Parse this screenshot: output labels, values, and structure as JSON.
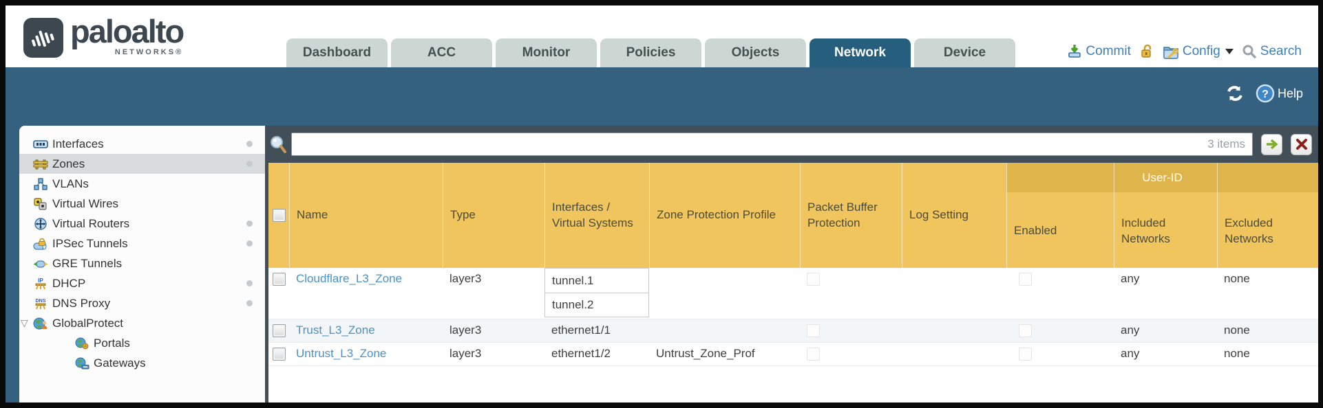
{
  "header": {
    "logo": {
      "brand": "paloalto",
      "sub": "NETWORKS®",
      "icon": "paloalto-logo-icon"
    },
    "tabs": [
      {
        "label": "Dashboard",
        "active": false
      },
      {
        "label": "ACC",
        "active": false
      },
      {
        "label": "Monitor",
        "active": false
      },
      {
        "label": "Policies",
        "active": false
      },
      {
        "label": "Objects",
        "active": false
      },
      {
        "label": "Network",
        "active": true
      },
      {
        "label": "Device",
        "active": false
      }
    ],
    "actions": {
      "commit_label": "Commit",
      "config_label": "Config",
      "search_label": "Search",
      "icons": [
        "commit-icon",
        "lock-icon",
        "config-icon",
        "caret-down-icon",
        "search-icon"
      ]
    }
  },
  "subheader": {
    "help_label": "Help",
    "icons": [
      "refresh-icon",
      "help-icon"
    ]
  },
  "sidebar": {
    "items": [
      {
        "label": "Interfaces",
        "icon": "interfaces-icon",
        "dot": true,
        "selected": false,
        "indent": 0,
        "expanded": false
      },
      {
        "label": "Zones",
        "icon": "zones-icon",
        "dot": true,
        "selected": true,
        "indent": 0,
        "expanded": false
      },
      {
        "label": "VLANs",
        "icon": "vlans-icon",
        "dot": false,
        "selected": false,
        "indent": 0,
        "expanded": false
      },
      {
        "label": "Virtual Wires",
        "icon": "virtual-wires-icon",
        "dot": false,
        "selected": false,
        "indent": 0,
        "expanded": false
      },
      {
        "label": "Virtual Routers",
        "icon": "virtual-routers-icon",
        "dot": true,
        "selected": false,
        "indent": 0,
        "expanded": false
      },
      {
        "label": "IPSec Tunnels",
        "icon": "ipsec-tunnels-icon",
        "dot": true,
        "selected": false,
        "indent": 0,
        "expanded": false
      },
      {
        "label": "GRE Tunnels",
        "icon": "gre-tunnels-icon",
        "dot": false,
        "selected": false,
        "indent": 0,
        "expanded": false
      },
      {
        "label": "DHCP",
        "icon": "dhcp-icon",
        "dot": true,
        "selected": false,
        "indent": 0,
        "expanded": false
      },
      {
        "label": "DNS Proxy",
        "icon": "dns-proxy-icon",
        "dot": true,
        "selected": false,
        "indent": 0,
        "expanded": false
      },
      {
        "label": "GlobalProtect",
        "icon": "globalprotect-icon",
        "dot": false,
        "selected": false,
        "indent": 0,
        "expanded": true
      },
      {
        "label": "Portals",
        "icon": "portals-icon",
        "dot": false,
        "selected": false,
        "indent": 1,
        "expanded": false
      },
      {
        "label": "Gateways",
        "icon": "gateways-icon",
        "dot": false,
        "selected": false,
        "indent": 1,
        "expanded": false
      }
    ]
  },
  "toolbar": {
    "search_value": "",
    "items_count": "3 items",
    "icons": [
      "search-icon",
      "submit-arrow-icon",
      "clear-icon"
    ]
  },
  "table": {
    "group_header": "User-ID",
    "columns": [
      "Name",
      "Type",
      "Interfaces / Virtual Systems",
      "Zone Protection Profile",
      "Packet Buffer Protection",
      "Log Setting",
      "Enabled",
      "Included Networks",
      "Excluded Networks"
    ],
    "grouped_columns": [
      "Enabled",
      "Included Networks",
      "Excluded Networks"
    ],
    "rows": [
      {
        "name": "Cloudflare_L3_Zone",
        "type": "layer3",
        "interfaces": [
          "tunnel.1",
          "tunnel.2"
        ],
        "zone_protection_profile": "",
        "packet_buffer_protection": false,
        "log_setting": "",
        "enabled": false,
        "included_networks": "any",
        "excluded_networks": "none"
      },
      {
        "name": "Trust_L3_Zone",
        "type": "layer3",
        "interfaces": [
          "ethernet1/1"
        ],
        "zone_protection_profile": "",
        "packet_buffer_protection": false,
        "log_setting": "",
        "enabled": false,
        "included_networks": "any",
        "excluded_networks": "none"
      },
      {
        "name": "Untrust_L3_Zone",
        "type": "layer3",
        "interfaces": [
          "ethernet1/2"
        ],
        "zone_protection_profile": "Untrust_Zone_Prof",
        "packet_buffer_protection": false,
        "log_setting": "",
        "enabled": false,
        "included_networks": "any",
        "excluded_networks": "none"
      }
    ]
  },
  "colors": {
    "teal_band": "#33617f",
    "active_tab": "#265e7d",
    "inactive_tab": "#ccd6d3",
    "toolbar_dark": "#424e58",
    "header_amber": "#f0c55e",
    "userid_banner": "#dfb44b",
    "link_blue": "#4b91c2",
    "action_blue": "#3f7fb6",
    "alt_row": "#f3f6f8"
  }
}
